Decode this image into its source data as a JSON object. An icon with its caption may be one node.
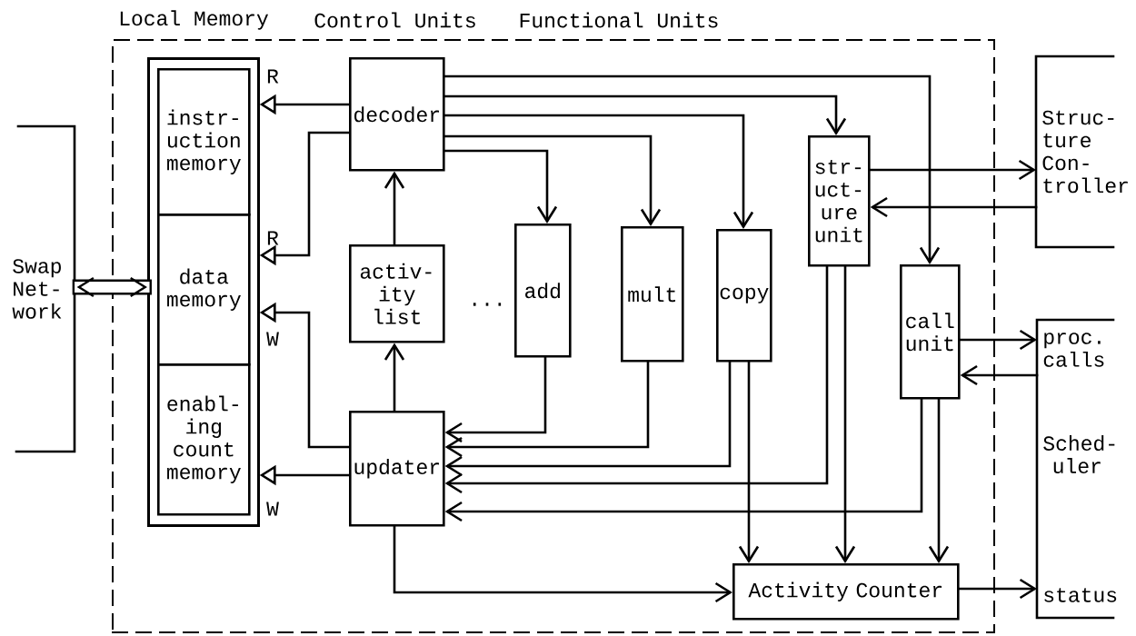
{
  "diagram": {
    "nodes": [
      {
        "text": [],
        "shape": "box"
      },
      {
        "text": [
          "Swap Net- work"
        ]
      },
      {
        "text": [],
        "shape": "box",
        "in": 0
      },
      {
        "text": [
          "instr- uction memory"
        ],
        "in": 2
      },
      {
        "text": [
          "data memory"
        ],
        "in": 2
      },
      {
        "text": [
          "enabl- ing count memory"
        ],
        "in": 2
      },
      {
        "text": [
          "decoder"
        ],
        "in": 0
      },
      {
        "text": [
          "activ- ity list"
        ],
        "in": 0
      },
      {
        "text": [
          "add"
        ],
        "in": 0
      },
      {
        "text": [
          "mult"
        ],
        "in": 0
      },
      {
        "text": [
          "copy"
        ],
        "in": 0
      },
      {
        "text": [
          "str- uct- ure unit"
        ],
        "in": 0
      },
      {
        "text": [
          "call unit"
        ],
        "in": 0
      },
      {
        "text": [
          "updater"
        ],
        "in": 0
      },
      {
        "text": [
          "Activity Counter"
        ],
        "in": 0
      },
      {
        "text": [
          "Struc- ture Con- troller"
        ]
      },
      {
        "text": [
          "proc. calls",
          "Sched- uler",
          "status"
        ]
      }
    ],
    "edges": [
      {
        "from": 1,
        "to": 2,
        "arrow": "both",
        "style": "thick"
      },
      {
        "from": 6,
        "to": 3,
        "arrow": "to"
      },
      {
        "from": 6,
        "to": 4,
        "arrow": "to"
      },
      {
        "from": 13,
        "to": 4,
        "arrow": "to"
      },
      {
        "from": 13,
        "to": 5,
        "arrow": "to"
      },
      {
        "from": 7,
        "to": 6,
        "arrow": "to"
      },
      {
        "from": 13,
        "to": 7,
        "arrow": "to"
      },
      {
        "from": 6,
        "to": 8,
        "arrow": "to"
      },
      {
        "from": 6,
        "to": 9,
        "arrow": "to"
      },
      {
        "from": 6,
        "to": 10,
        "arrow": "to"
      },
      {
        "from": 6,
        "to": 11,
        "arrow": "to"
      },
      {
        "from": 6,
        "to": 12,
        "arrow": "to"
      },
      {
        "from": 11,
        "to": 15,
        "arrow": "to"
      },
      {
        "from": 15,
        "to": 11,
        "arrow": "to"
      },
      {
        "from": 12,
        "to": 16,
        "arrow": "to"
      },
      {
        "from": 16,
        "to": 12,
        "arrow": "to"
      },
      {
        "from": 8,
        "to": 13,
        "arrow": "to"
      },
      {
        "from": 9,
        "to": 13,
        "arrow": "to"
      },
      {
        "from": 10,
        "to": 13,
        "arrow": "to"
      },
      {
        "from": 11,
        "to": 13,
        "arrow": "to"
      },
      {
        "from": 12,
        "to": 13,
        "arrow": "to"
      },
      {
        "from": 10,
        "to": 14,
        "arrow": "to"
      },
      {
        "from": 11,
        "to": 14,
        "arrow": "to"
      },
      {
        "from": 12,
        "to": 14,
        "arrow": "to"
      },
      {
        "from": 13,
        "to": 14,
        "arrow": "to"
      },
      {
        "from": 14,
        "to": 16,
        "arrow": "to"
      }
    ],
    "labels": [
      "Local Memory",
      "Control Units",
      "Functional Units",
      "R",
      "R",
      "...",
      "W",
      "W"
    ]
  }
}
